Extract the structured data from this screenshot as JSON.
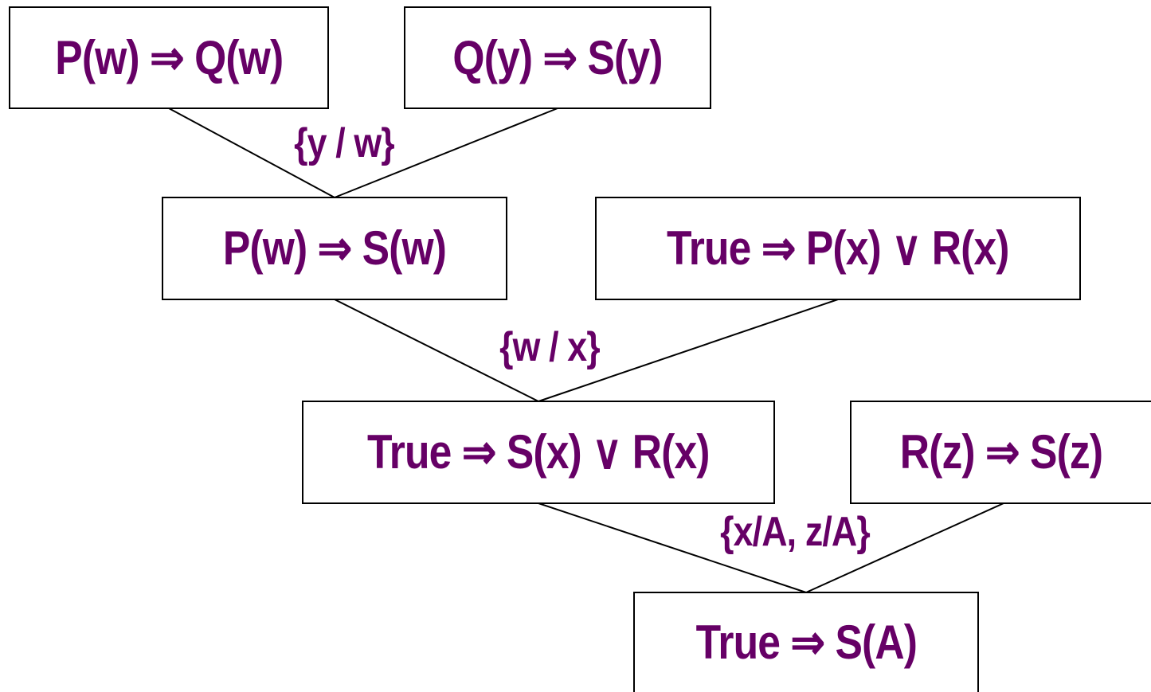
{
  "colors": {
    "text": "#660066",
    "line": "#000000",
    "box_border": "#000000",
    "background": "#ffffff"
  },
  "nodes": [
    {
      "id": "pw-qw",
      "text": "P(w) ⇒ Q(w)"
    },
    {
      "id": "qy-sy",
      "text": "Q(y) ⇒ S(y)"
    },
    {
      "id": "pw-sw",
      "text": "P(w) ⇒ S(w)"
    },
    {
      "id": "true-px-rx",
      "text": "True ⇒ P(x) ∨ R(x)"
    },
    {
      "id": "true-sx-rx",
      "text": "True ⇒ S(x) ∨ R(x)"
    },
    {
      "id": "rz-sz",
      "text": "R(z) ⇒ S(z)"
    },
    {
      "id": "true-sa",
      "text": "True ⇒ S(A)"
    }
  ],
  "edges": [
    {
      "from": "pw-qw",
      "to": "pw-sw"
    },
    {
      "from": "qy-sy",
      "to": "pw-sw"
    },
    {
      "from": "pw-sw",
      "to": "true-sx-rx"
    },
    {
      "from": "true-px-rx",
      "to": "true-sx-rx"
    },
    {
      "from": "true-sx-rx",
      "to": "true-sa"
    },
    {
      "from": "rz-sz",
      "to": "true-sa"
    }
  ],
  "substitutions": [
    {
      "id": "sub-y-w",
      "text": "{y / w}"
    },
    {
      "id": "sub-w-x",
      "text": "{w / x}"
    },
    {
      "id": "sub-xa-za",
      "text": "{x/A, z/A}"
    }
  ]
}
